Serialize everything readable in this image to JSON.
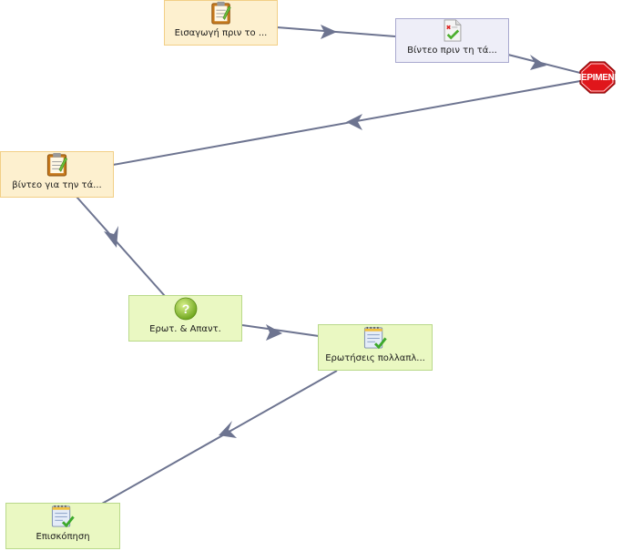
{
  "flow": {
    "nodes": [
      {
        "id": "intro",
        "label": "Εισαγωγή πριν το ...",
        "icon": "notepad-icon",
        "color": "#fdf0cf"
      },
      {
        "id": "video-before",
        "label": "Βίντεο πριν τη τά...",
        "icon": "task-checklist-icon",
        "color": "#eeeef8"
      },
      {
        "id": "video-for",
        "label": "βίντεο για την τά...",
        "icon": "notepad-icon",
        "color": "#fdf0cf"
      },
      {
        "id": "qa",
        "label": "Ερωτ. & Απαντ.",
        "icon": "question-icon",
        "color": "#eaf8c2"
      },
      {
        "id": "mcq",
        "label": "Ερωτήσεις πολλαπλ...",
        "icon": "quiz-check-icon",
        "color": "#eaf8c2"
      },
      {
        "id": "overview",
        "label": "Επισκόπηση",
        "icon": "quiz-check-icon",
        "color": "#eaf8c2"
      }
    ],
    "gate": {
      "label": "ΠΕΡΙΜΕΝΕ",
      "icon": "stop-sign-icon",
      "color": "#e0161b"
    },
    "connector_color": "#6d7490"
  }
}
